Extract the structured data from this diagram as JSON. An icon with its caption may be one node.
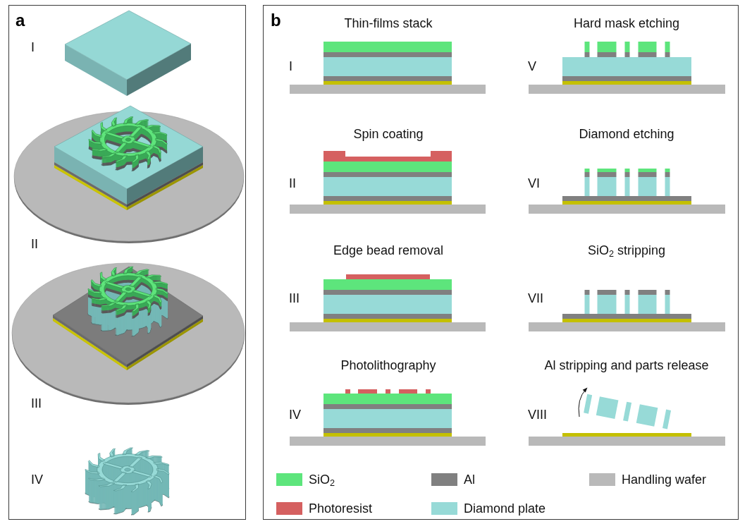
{
  "diagram": {
    "nodes": [
      {
        "text": [
          "a"
        ]
      },
      {
        "text": [
          "b"
        ]
      }
    ],
    "labels": [
      "I",
      "II",
      "III",
      "IV",
      "Thin-films stack",
      "I",
      "Spin coating",
      "II",
      "Edge bead removal",
      "III",
      "Photolithography",
      "IV",
      "Hard mask etching",
      "V",
      "Diamond etching",
      "VI",
      "SiO$_{2}$ stripping",
      "VII",
      "Al stripping and parts release",
      "VIII"
    ],
    "legend": [
      {
        "text": "SiO$_{2}$",
        "color": "#5de57c"
      },
      {
        "text": "Al",
        "color": "#808080"
      },
      {
        "text": "Handling wafer",
        "color": "#b9b9b9"
      },
      {
        "text": "Photoresist",
        "color": "#d56060"
      },
      {
        "text": "Diamond plate",
        "color": "#97dad7"
      }
    ]
  }
}
